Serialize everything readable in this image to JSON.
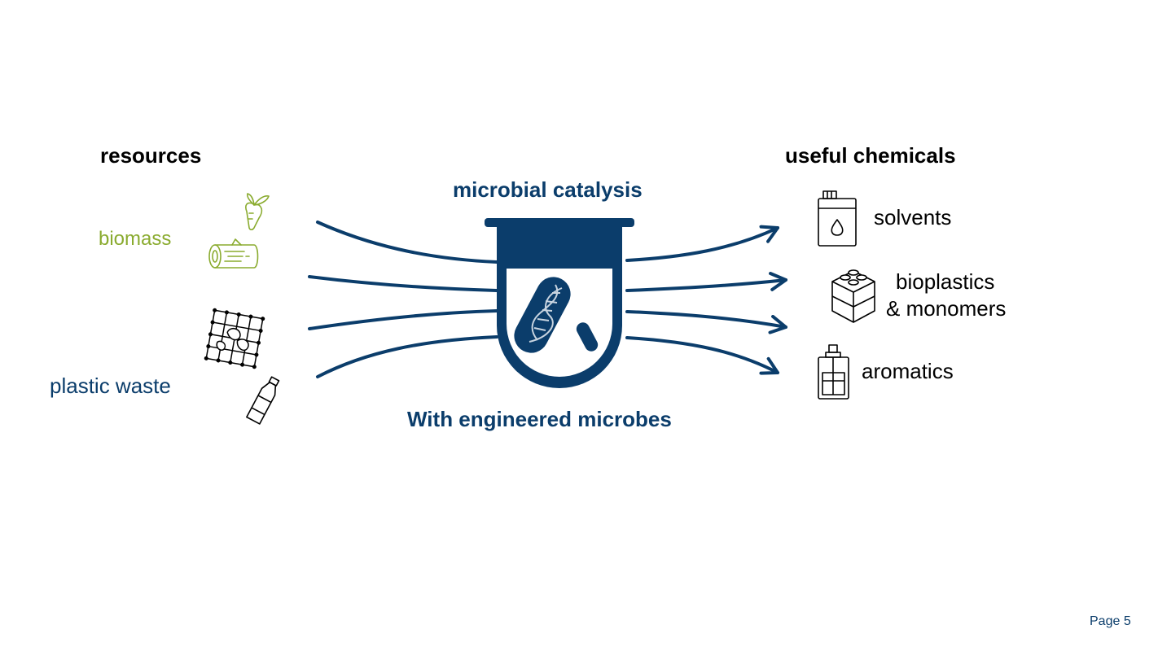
{
  "colors": {
    "navy": "#0b3d6b",
    "green": "#8aab2f",
    "black": "#000000"
  },
  "left": {
    "heading": "resources",
    "biomass": {
      "label": "biomass",
      "icons": [
        "sprout-carrot-icon",
        "log-icon"
      ]
    },
    "plastic_waste": {
      "label": "plastic waste",
      "icons": [
        "plastic-net-icon",
        "bottle-icon"
      ]
    }
  },
  "center": {
    "title": "microbial catalysis",
    "subtitle": "With engineered microbes",
    "icons": [
      "test-tube-icon",
      "microbe-dna-icon"
    ]
  },
  "right": {
    "heading": "useful chemicals",
    "products": [
      {
        "label": "solvents",
        "icon": "canister-drop-icon"
      },
      {
        "label_line1": "bioplastics",
        "label_line2": "& monomers",
        "icon": "building-blocks-icon"
      },
      {
        "label": "aromatics",
        "icon": "spray-bottle-icon"
      }
    ]
  },
  "footer": {
    "page": "Page 5"
  }
}
